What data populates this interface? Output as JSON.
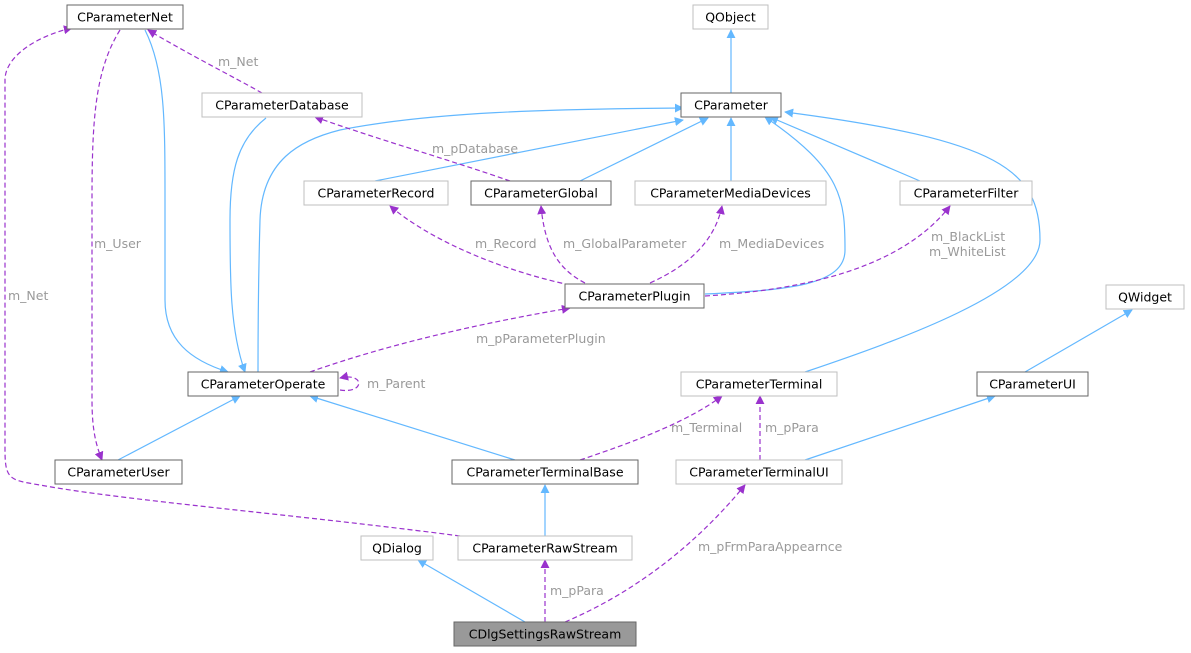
{
  "nodes": {
    "cparameternet": "CParameterNet",
    "qobject": "QObject",
    "cparameterdatabase": "CParameterDatabase",
    "cparameter": "CParameter",
    "cparameterrecord": "CParameterRecord",
    "cparameterglobal": "CParameterGlobal",
    "cparametermediadevices": "CParameterMediaDevices",
    "cparameterfilter": "CParameterFilter",
    "cparameterplugin": "CParameterPlugin",
    "qwidget": "QWidget",
    "cparameteroperate": "CParameterOperate",
    "cparameterterminal": "CParameterTerminal",
    "cparameterui": "CParameterUI",
    "cparameteruser": "CParameterUser",
    "cparameterterminalbase": "CParameterTerminalBase",
    "cparameterterminalui": "CParameterTerminalUI",
    "qdialog": "QDialog",
    "cparameterrawstream": "CParameterRawStream",
    "cdlgsettingsrawstream": "CDlgSettingsRawStream"
  },
  "edge_labels": {
    "m_net_db": "m_Net",
    "m_pdatabase": "m_pDatabase",
    "m_user": "m_User",
    "m_net_left": "m_Net",
    "m_record": "m_Record",
    "m_globalparameter": "m_GlobalParameter",
    "m_mediadevices": "m_MediaDevices",
    "m_blacklist": "m_BlackList",
    "m_whitelist": "m_WhiteList",
    "m_pparameterplugin": "m_pParameterPlugin",
    "m_parent": "m_Parent",
    "m_terminal": "m_Terminal",
    "m_ppara_ui": "m_pPara",
    "m_pfrmparaappearnce": "m_pFrmParaAppearnce",
    "m_ppara_raw": "m_pPara"
  },
  "colors": {
    "inheritance_edge": "#63b8ff",
    "usage_edge": "#9a32cd",
    "documented_border": "#666666",
    "external_border": "#bfbfbf",
    "focus_fill": "#999999",
    "edge_label_text": "#9a9a9a"
  }
}
